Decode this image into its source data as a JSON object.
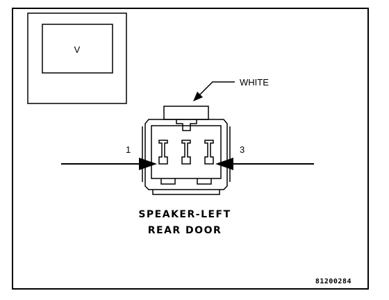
{
  "inset_label": "V",
  "connector_color_label": "WHITE",
  "pin_left_label": "1",
  "pin_right_label": "3",
  "title_line1": "SPEAKER-LEFT",
  "title_line2": "REAR DOOR",
  "figure_code": "81200284",
  "colors": {
    "ink": "#000000",
    "paper": "#ffffff"
  }
}
